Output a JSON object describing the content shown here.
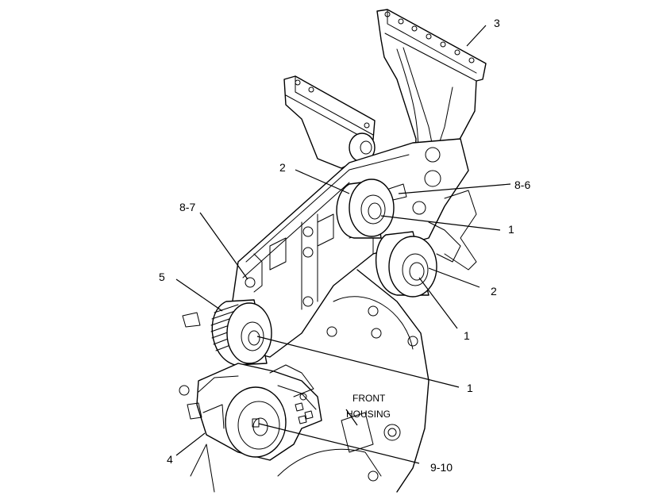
{
  "callouts": {
    "c3": "3",
    "c2a": "2",
    "c8_6": "8-6",
    "c1a": "1",
    "c8_7": "8-7",
    "c2b": "2",
    "c5": "5",
    "c1b": "1",
    "c1c": "1",
    "c4": "4",
    "c9_10": "9-10"
  },
  "annotation": {
    "line1": "FRONT",
    "line2": "HOUSING"
  }
}
